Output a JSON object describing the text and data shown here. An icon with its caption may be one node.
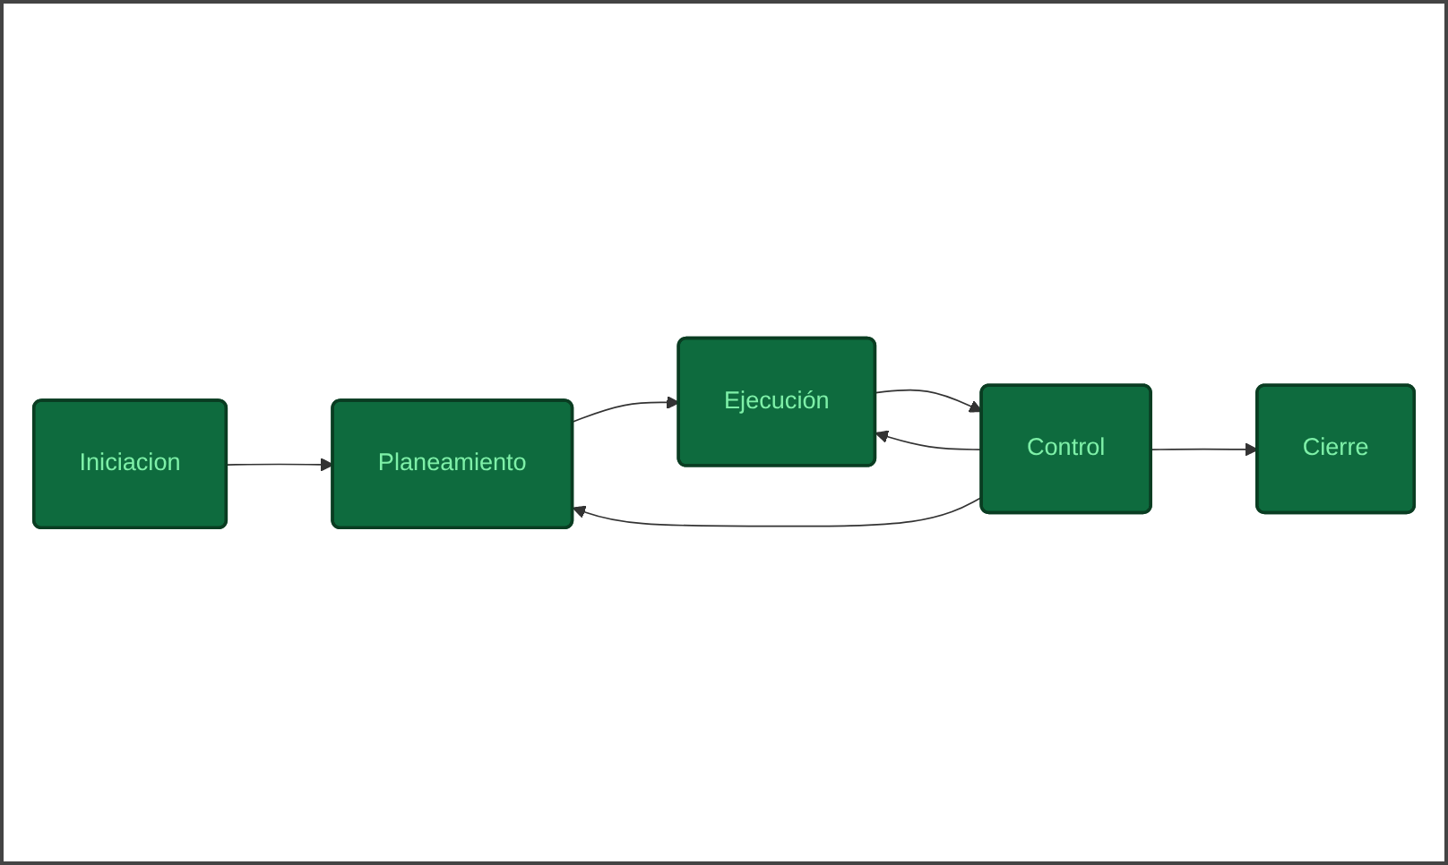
{
  "diagram": {
    "nodes": [
      {
        "text": [
          "Iniciacion"
        ]
      },
      {
        "text": [
          "Planeamiento"
        ]
      },
      {
        "text": [
          "Ejecución"
        ]
      },
      {
        "text": [
          "Control"
        ]
      },
      {
        "text": [
          "Cierre"
        ]
      }
    ],
    "edges": [
      {
        "from": 0,
        "to": 1,
        "arrow": "to"
      },
      {
        "from": 1,
        "to": 2,
        "arrow": "to"
      },
      {
        "from": 2,
        "to": 3,
        "arrow": "to"
      },
      {
        "from": 3,
        "to": 2,
        "arrow": "to"
      },
      {
        "from": 3,
        "to": 1,
        "arrow": "to"
      },
      {
        "from": 3,
        "to": 4,
        "arrow": "to"
      }
    ]
  }
}
